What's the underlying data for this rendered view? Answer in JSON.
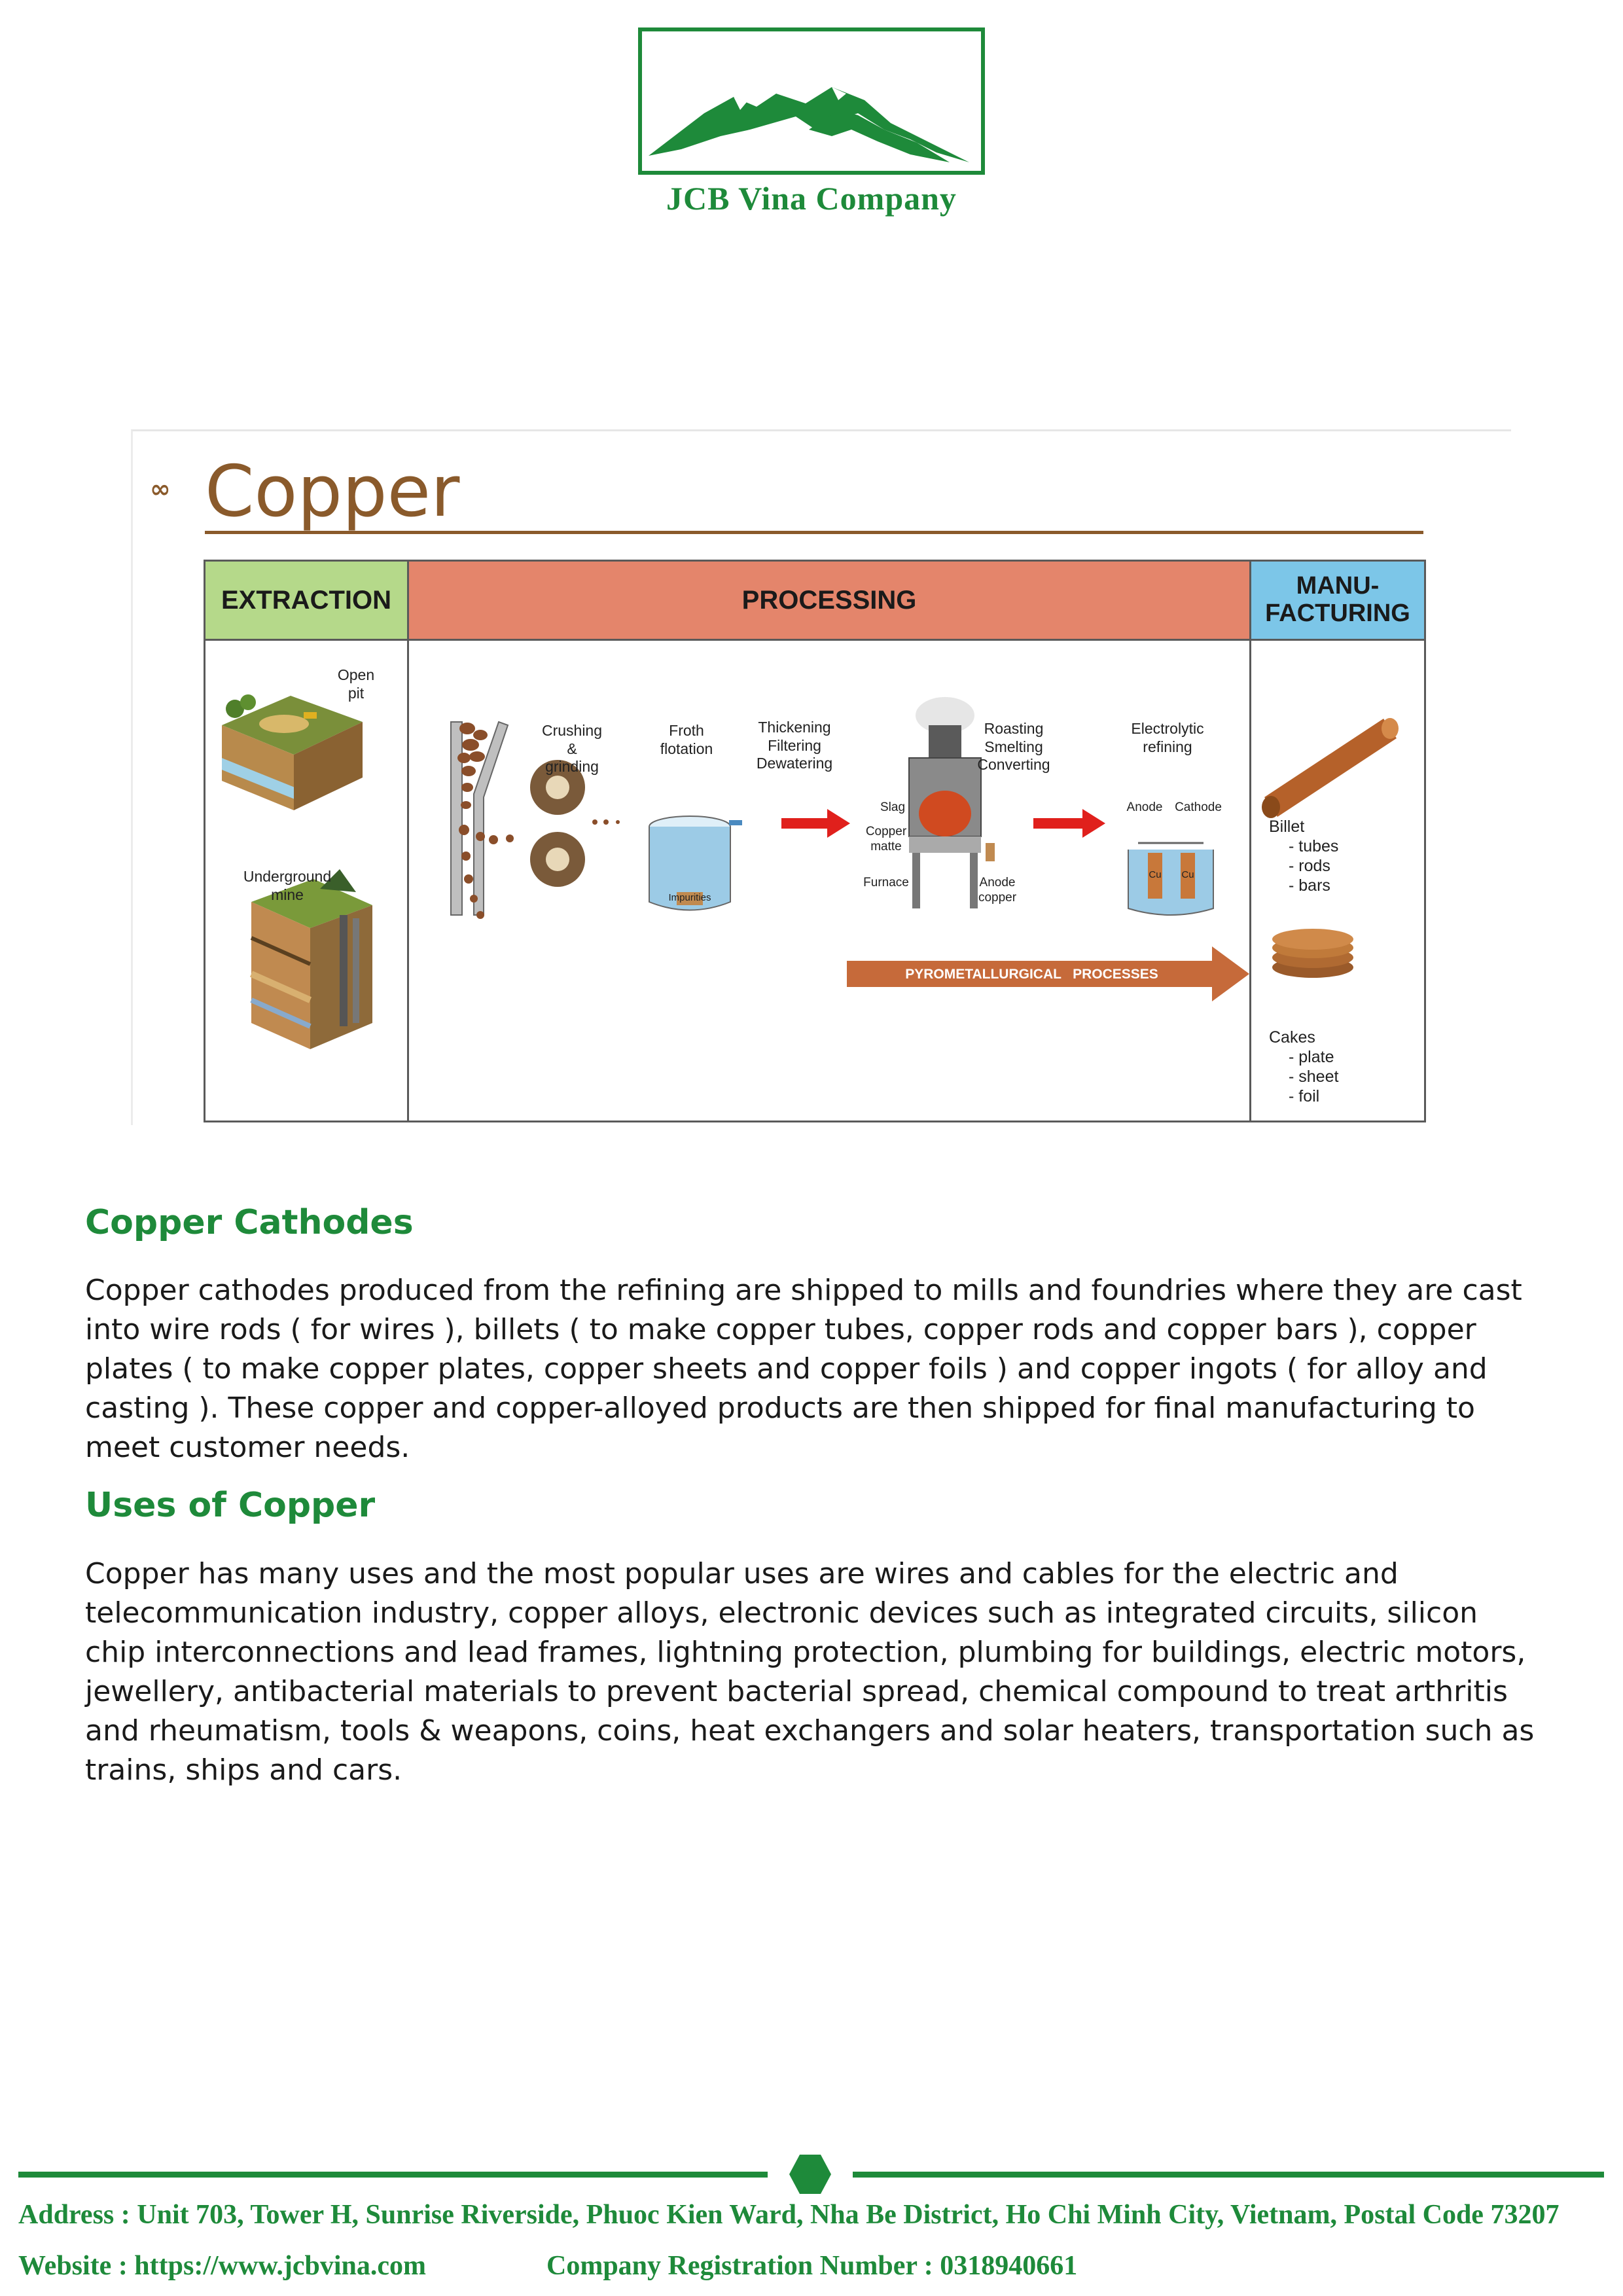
{
  "header": {
    "logo_icon": "mountain-logo",
    "company_name": "JCB Vina Company",
    "brand_color": "#1e8a3a"
  },
  "figure": {
    "bullet": "∞",
    "title": "Copper",
    "stages": {
      "extraction": "EXTRACTION",
      "processing": "PROCESSING",
      "manufacturing": "MANU-\nFACTURING"
    },
    "extraction_labels": {
      "open_pit": "Open\npit",
      "underground_mine": "Underground\nmine"
    },
    "processing_labels": {
      "crushing": "Crushing\n&\ngrinding",
      "froth": "Froth\nflotation",
      "thickening": "Thickening\nFiltering\nDewatering",
      "roasting": "Roasting\nSmelting\nConverting",
      "electrolytic": "Electrolytic\nrefining",
      "slag": "Slag",
      "copper_matte": "Copper\nmatte",
      "furnace": "Furnace",
      "anode_copper": "Anode\ncopper",
      "anode": "Anode",
      "cathode": "Cathode",
      "impurities": "Impurities",
      "cu": "Cu",
      "pyro": "PYROMETALLURGICAL   PROCESSES"
    },
    "manufacturing_labels": {
      "billet": "Billet",
      "billet_items": "- tubes\n- rods\n- bars",
      "cakes": "Cakes",
      "cakes_items": "- plate\n- sheet\n- foil"
    }
  },
  "sections": [
    {
      "heading": "Copper Cathodes",
      "body": "Copper cathodes produced from the refining are shipped to mills and foundries where they are cast into wire rods ( for wires ), billets ( to make copper tubes, copper rods and copper bars ), copper plates ( to make copper plates, copper sheets and copper foils ) and copper ingots ( for alloy and casting ). These copper and copper-alloyed products are then shipped for final manufacturing to meet customer needs."
    },
    {
      "heading": "Uses of Copper",
      "body": "Copper has many uses and the most popular uses are wires and cables for the electric and telecommunication industry, copper alloys, electronic devices such as integrated circuits, silicon chip interconnections and lead frames, lightning protection, plumbing for buildings, electric motors, jewellery, antibacterial materials to prevent bacterial spread, chemical compound to treat arthritis and rheumatism, tools & weapons, coins, heat exchangers and solar heaters, transportation such as trains, ships and cars."
    }
  ],
  "footer": {
    "divider_icon": "hexagon-icon",
    "address": "Address : Unit 703, Tower H, Sunrise Riverside, Phuoc Kien Ward, Nha Be District, Ho Chi Minh City, Vietnam, Postal Code 73207",
    "website": "Website : https://www.jcbvina.com",
    "registration": "Company Registration Number : 0318940661"
  }
}
